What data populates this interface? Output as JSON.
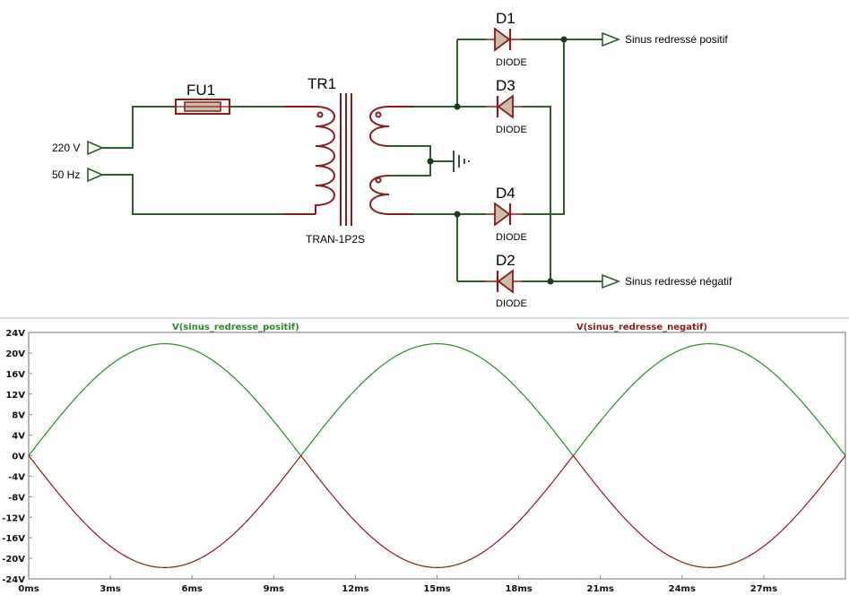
{
  "schematic": {
    "input_voltage": "220 V",
    "input_freq": "50 Hz",
    "fuse": "FU1",
    "transformer": "TR1",
    "transformer_model": "TRAN-1P2S",
    "d1": "D1",
    "d2": "D2",
    "d3": "D3",
    "d4": "D4",
    "diode_model": "DIODE",
    "out_pos": "Sinus redressé positif",
    "out_neg": "Sinus redressé négatif"
  },
  "colors": {
    "wire": "#2e5e2e",
    "component": "#8b1a1a",
    "diode_fill": "#c8bfa6",
    "trace_pos": "#2a8a2a",
    "trace_neg": "#8b1a1a",
    "grid_frame": "#888888"
  },
  "chart_data": {
    "type": "line",
    "series": [
      {
        "name": "V(sinus_redresse_positif)",
        "color": "#2a8a2a",
        "amplitude": 21.8,
        "period_ms": 20,
        "polarity": 1
      },
      {
        "name": "V(sinus_redresse_negatif)",
        "color": "#8b1a1a",
        "amplitude": 21.8,
        "period_ms": 20,
        "polarity": -1
      }
    ],
    "xlim": [
      0,
      30
    ],
    "ylim": [
      -24,
      24
    ],
    "x_ticks": [
      "0ms",
      "3ms",
      "6ms",
      "9ms",
      "12ms",
      "15ms",
      "18ms",
      "21ms",
      "24ms",
      "27ms"
    ],
    "y_ticks": [
      "24V",
      "20V",
      "16V",
      "12V",
      "8V",
      "4V",
      "0V",
      "-4V",
      "-8V",
      "-12V",
      "-16V",
      "-20V",
      "-24V"
    ]
  }
}
